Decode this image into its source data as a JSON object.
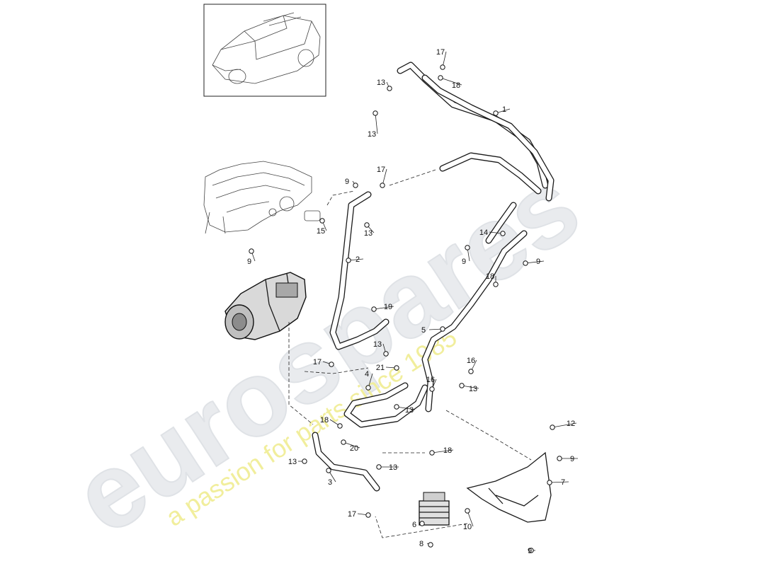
{
  "watermark": {
    "brand": "eurospares",
    "tagline": "a passion for parts since 1985"
  },
  "callouts": [
    {
      "label": "1"
    },
    {
      "label": "2"
    },
    {
      "label": "3"
    },
    {
      "label": "4"
    },
    {
      "label": "5"
    },
    {
      "label": "6"
    },
    {
      "label": "7"
    },
    {
      "label": "8"
    },
    {
      "label": "9"
    },
    {
      "label": "9"
    },
    {
      "label": "9"
    },
    {
      "label": "9"
    },
    {
      "label": "9"
    },
    {
      "label": "9"
    },
    {
      "label": "10"
    },
    {
      "label": "12"
    },
    {
      "label": "13"
    },
    {
      "label": "13"
    },
    {
      "label": "13"
    },
    {
      "label": "13"
    },
    {
      "label": "13"
    },
    {
      "label": "13"
    },
    {
      "label": "13"
    },
    {
      "label": "13"
    },
    {
      "label": "14"
    },
    {
      "label": "15"
    },
    {
      "label": "16"
    },
    {
      "label": "16"
    },
    {
      "label": "17"
    },
    {
      "label": "17"
    },
    {
      "label": "17"
    },
    {
      "label": "17"
    },
    {
      "label": "18"
    },
    {
      "label": "18"
    },
    {
      "label": "18"
    },
    {
      "label": "18"
    },
    {
      "label": "19"
    },
    {
      "label": "20"
    },
    {
      "label": "21"
    }
  ]
}
